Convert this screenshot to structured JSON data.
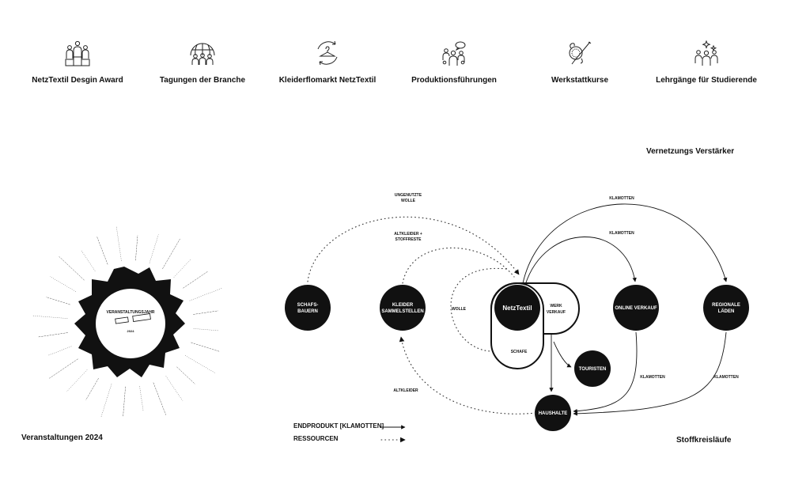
{
  "top_icons": [
    {
      "icon": "podium-people-icon",
      "label": "NetzTextil Desgin Award"
    },
    {
      "icon": "globe-people-icon",
      "label": "Tagungen der Branche"
    },
    {
      "icon": "hanger-cycle-icon",
      "label": "Kleiderflomarkt NetzTextil"
    },
    {
      "icon": "group-speech-icon",
      "label": "Produktionsführungen"
    },
    {
      "icon": "sewing-needle-icon",
      "label": "Werkstattkurse"
    },
    {
      "icon": "people-sparkle-icon",
      "label": "Lehrgänge für Studierende"
    }
  ],
  "headings": {
    "vernetzung": "Vernetzungs Verstärker",
    "veranstaltungen": "Veranstaltungen 2024",
    "stoffkreislaeufe": "Stoffkreisläufe"
  },
  "sun": {
    "line1": "VERANSTALTUNGSJAHR",
    "year": "2024"
  },
  "nodes": {
    "schafsbauern": [
      "SCHAFS-",
      "BAUERN"
    ],
    "kleidersammelstellen": [
      "KLEIDER",
      "SAMMELSTELLEN"
    ],
    "netztextil": "NetzTextil",
    "werkverkauf": [
      "WERK",
      "VERKAUF"
    ],
    "schafe": "SCHAFE",
    "online_verkauf": "ONLINE VERKAUF",
    "regionale_laeden": [
      "REGIONALE",
      "LÄDEN"
    ],
    "touristen": "TOURISTEN",
    "haushalte": "HAUSHALTE"
  },
  "edge_labels": {
    "ungenutzte_wolle": [
      "UNGENUTZTE",
      "WOLLE"
    ],
    "altkleider_stoffreste": [
      "ALTKLEIDER +",
      "STOFFRESTE"
    ],
    "wolle": "WOLLE",
    "altkleider": "ALTKLEIDER",
    "klamotten_outer": "KLAMOTTEN",
    "klamotten_inner": "KLAMOTTEN",
    "klamotten_online": "KLAMOTTEN",
    "klamotten_regional": "KLAMOTTEN"
  },
  "legend": {
    "endprodukt": "ENDPRODUKT [KLAMOTTEN]",
    "ressourcen": "RESSOURCEN"
  }
}
